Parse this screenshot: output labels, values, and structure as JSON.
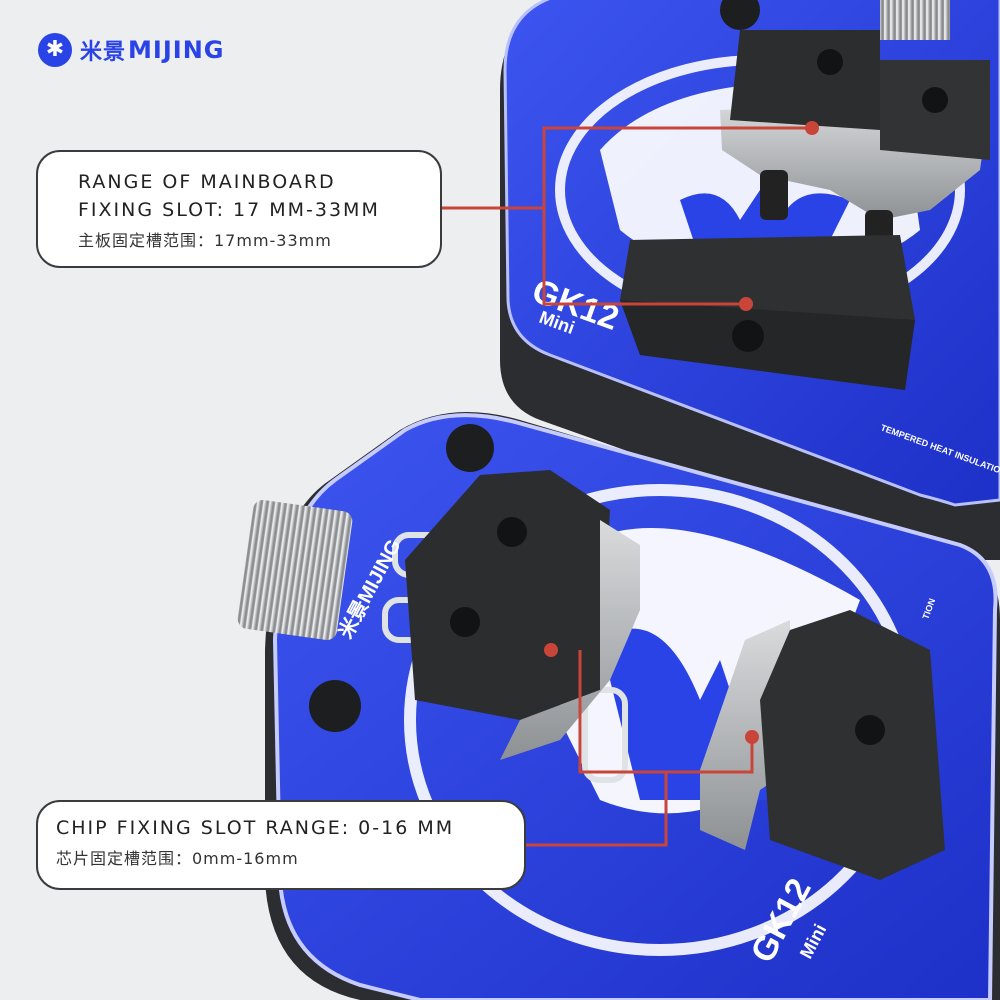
{
  "brand": {
    "icon": "mijing-logo-icon",
    "name_cn": "米景",
    "name_en": "MIJING",
    "color": "#2a43e6"
  },
  "device": {
    "model": "GK12",
    "variant": "Mini",
    "plate_text": "TEMPERED HEAT INSULATION FIXTURE",
    "plate_text_partial": "TION",
    "plate_brand": "米景MIJING",
    "accent_color": "#2a43e6",
    "leader_color": "#c9453a"
  },
  "callouts": [
    {
      "line1": "RANGE OF MAINBOARD",
      "line2": "FIXING SLOT: 17 MM-33MM",
      "cn": "主板固定槽范围：17mm-33mm"
    },
    {
      "line1": "CHIP  FIXING SLOT RANGE: 0-16 MM",
      "cn": "芯片固定槽范围：0mm-16mm"
    }
  ]
}
